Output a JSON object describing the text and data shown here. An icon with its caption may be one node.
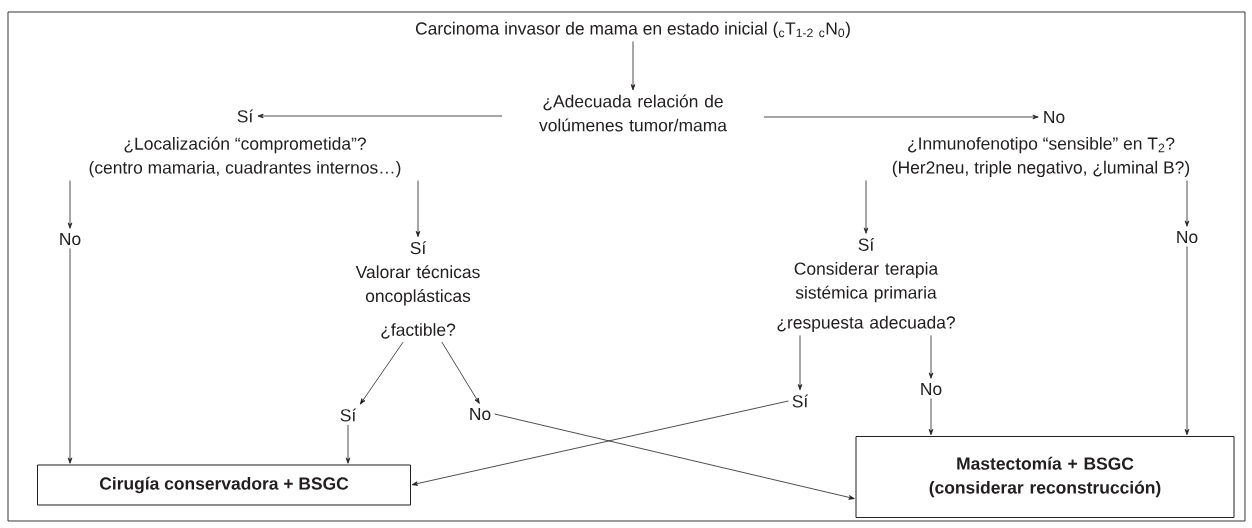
{
  "diagram": {
    "nodes": [
      {
        "text": [
          "Carcinoma invasor de mama en estado inicial ($_{c}$T$_{1-2}$ $_{c}$N$_{0}$)"
        ]
      },
      {
        "text": [
          "¿Adecuada relación de volúmenes tumor/mama"
        ]
      },
      {
        "text": [
          "Sí"
        ]
      },
      {
        "text": [
          "¿Localización “comprometida”?",
          "(centro mamaria, cuadrantes internos…)"
        ]
      },
      {
        "text": [
          "No"
        ]
      },
      {
        "text": [
          "¿Inmunofenotipo “sensible” en T$_{2}$?",
          "(Her2neu, triple negativo, ¿luminal B?)"
        ]
      },
      {
        "text": [
          "No"
        ]
      },
      {
        "text": [
          "Sí",
          "Valorar técnicas oncoplásticas",
          "¿factible?"
        ]
      },
      {
        "text": [
          "Sí",
          "Considerar terapia sistémica primaria",
          "¿respuesta adecuada?"
        ]
      },
      {
        "text": [
          "No"
        ]
      },
      {
        "text": [
          "Sí"
        ]
      },
      {
        "text": [
          "No"
        ]
      },
      {
        "text": [
          "Sí"
        ]
      },
      {
        "text": [
          "No"
        ]
      },
      {
        "text": [
          "Cirugía conservadora + BSGC"
        ]
      },
      {
        "text": [
          "Mastectomía + BSGC (considerar reconstrucción)"
        ]
      }
    ],
    "edges": [
      {
        "from": 0,
        "to": 1,
        "arrow": "to"
      },
      {
        "from": 1,
        "to": 2,
        "arrow": "to"
      },
      {
        "from": 1,
        "to": 4,
        "arrow": "to"
      },
      {
        "from": 3,
        "to": 6,
        "arrow": "to"
      },
      {
        "from": 3,
        "to": 7,
        "arrow": "to"
      },
      {
        "from": 5,
        "to": 8,
        "arrow": "to"
      },
      {
        "from": 5,
        "to": 9,
        "arrow": "to"
      },
      {
        "from": 7,
        "to": 10,
        "arrow": "to"
      },
      {
        "from": 7,
        "to": 11,
        "arrow": "to"
      },
      {
        "from": 8,
        "to": 12,
        "arrow": "to"
      },
      {
        "from": 8,
        "to": 13,
        "arrow": "to"
      },
      {
        "from": 6,
        "to": 14,
        "arrow": "to"
      },
      {
        "from": 10,
        "to": 14,
        "arrow": "to"
      },
      {
        "from": 12,
        "to": 14,
        "arrow": "to"
      },
      {
        "from": 11,
        "to": 15,
        "arrow": "to"
      },
      {
        "from": 13,
        "to": 15,
        "arrow": "to"
      },
      {
        "from": 9,
        "to": 15,
        "arrow": "to"
      }
    ]
  }
}
